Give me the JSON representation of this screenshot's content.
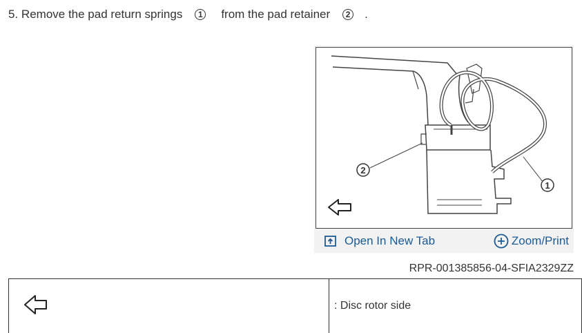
{
  "step": {
    "number": "5.",
    "text_before": "Remove the pad return springs",
    "callout_1": "1",
    "text_middle": "from the pad retainer",
    "callout_2": "2",
    "text_end": "."
  },
  "figure": {
    "label_1": "1",
    "label_2": "2",
    "arrow_icon": "outline-left-arrow-icon",
    "open_new_tab": "Open In New Tab",
    "zoom_print": "Zoom/Print",
    "figure_id": "RPR-001385856-04-SFIA2329ZZ"
  },
  "legend": {
    "arrow_icon": "outline-left-arrow-icon",
    "description": ": Disc rotor side"
  },
  "colors": {
    "link": "#1a5a96",
    "text": "#333333",
    "frame": "#f2f2f2"
  }
}
